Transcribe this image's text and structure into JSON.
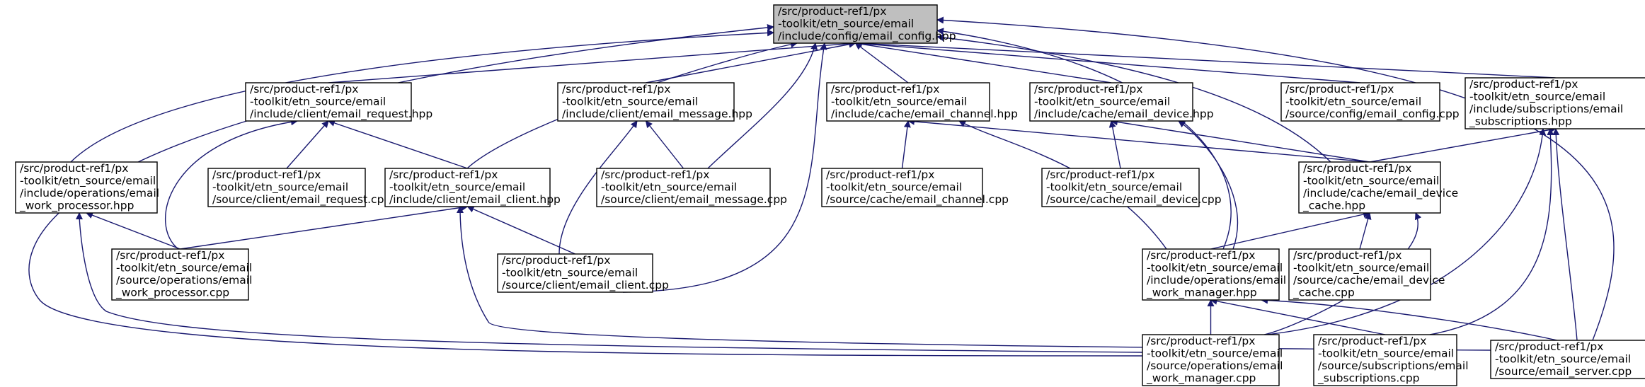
{
  "diagram": {
    "colors": {
      "node_fill": "#ffffff",
      "root_fill": "#bfbfbf",
      "border": "#000000",
      "edge": "#191970"
    },
    "nodes": [
      {
        "id": "cfg",
        "lines": [
          "/src/product-ref1/px",
          "-toolkit/etn_source/email",
          "/include/config/email_config.hpp"
        ],
        "root": true
      },
      {
        "id": "req",
        "lines": [
          "/src/product-ref1/px",
          "-toolkit/etn_source/email",
          "/include/client/email_request.hpp"
        ]
      },
      {
        "id": "msg",
        "lines": [
          "/src/product-ref1/px",
          "-toolkit/etn_source/email",
          "/include/client/email_message.hpp"
        ]
      },
      {
        "id": "chan",
        "lines": [
          "/src/product-ref1/px",
          "-toolkit/etn_source/email",
          "/include/cache/email_channel.hpp"
        ]
      },
      {
        "id": "dev",
        "lines": [
          "/src/product-ref1/px",
          "-toolkit/etn_source/email",
          "/include/cache/email_device.hpp"
        ]
      },
      {
        "id": "cfgcpp",
        "lines": [
          "/src/product-ref1/px",
          "-toolkit/etn_source/email",
          "/source/config/email_config.cpp"
        ]
      },
      {
        "id": "subs",
        "lines": [
          "/src/product-ref1/px",
          "-toolkit/etn_source/email",
          "/include/subscriptions/email",
          "_subscriptions.hpp"
        ]
      },
      {
        "id": "wproc",
        "lines": [
          "/src/product-ref1/px",
          "-toolkit/etn_source/email",
          "/include/operations/email",
          "_work_processor.hpp"
        ]
      },
      {
        "id": "reqcpp",
        "lines": [
          "/src/product-ref1/px",
          "-toolkit/etn_source/email",
          "/source/client/email_request.cpp"
        ]
      },
      {
        "id": "client",
        "lines": [
          "/src/product-ref1/px",
          "-toolkit/etn_source/email",
          "/include/client/email_client.hpp"
        ]
      },
      {
        "id": "msgcpp",
        "lines": [
          "/src/product-ref1/px",
          "-toolkit/etn_source/email",
          "/source/client/email_message.cpp"
        ]
      },
      {
        "id": "chancpp",
        "lines": [
          "/src/product-ref1/px",
          "-toolkit/etn_source/email",
          "/source/cache/email_channel.cpp"
        ]
      },
      {
        "id": "devcpp",
        "lines": [
          "/src/product-ref1/px",
          "-toolkit/etn_source/email",
          "/source/cache/email_device.cpp"
        ]
      },
      {
        "id": "devcache",
        "lines": [
          "/src/product-ref1/px",
          "-toolkit/etn_source/email",
          "/include/cache/email_device",
          "_cache.hpp"
        ]
      },
      {
        "id": "wproccpp",
        "lines": [
          "/src/product-ref1/px",
          "-toolkit/etn_source/email",
          "/source/operations/email",
          "_work_processor.cpp"
        ]
      },
      {
        "id": "clientcpp",
        "lines": [
          "/src/product-ref1/px",
          "-toolkit/etn_source/email",
          "/source/client/email_client.cpp"
        ]
      },
      {
        "id": "wmgr",
        "lines": [
          "/src/product-ref1/px",
          "-toolkit/etn_source/email",
          "/include/operations/email",
          "_work_manager.hpp"
        ]
      },
      {
        "id": "devcachecpp",
        "lines": [
          "/src/product-ref1/px",
          "-toolkit/etn_source/email",
          "/source/cache/email_device",
          "_cache.cpp"
        ]
      },
      {
        "id": "wmgrcpp",
        "lines": [
          "/src/product-ref1/px",
          "-toolkit/etn_source/email",
          "/source/operations/email",
          "_work_manager.cpp"
        ]
      },
      {
        "id": "subscpp",
        "lines": [
          "/src/product-ref1/px",
          "-toolkit/etn_source/email",
          "/source/subscriptions/email",
          "_subscriptions.cpp"
        ]
      },
      {
        "id": "server",
        "lines": [
          "/src/product-ref1/px",
          "-toolkit/etn_source/email",
          "/source/email_server.cpp"
        ]
      }
    ],
    "edges": [
      {
        "from": "req",
        "to": "cfg"
      },
      {
        "from": "msg",
        "to": "cfg"
      },
      {
        "from": "chan",
        "to": "cfg"
      },
      {
        "from": "dev",
        "to": "cfg"
      },
      {
        "from": "cfgcpp",
        "to": "cfg"
      },
      {
        "from": "subs",
        "to": "cfg"
      },
      {
        "from": "wproc",
        "to": "cfg"
      },
      {
        "from": "client",
        "to": "cfg"
      },
      {
        "from": "msgcpp",
        "to": "cfg"
      },
      {
        "from": "clientcpp",
        "to": "cfg"
      },
      {
        "from": "wmgrcpp",
        "to": "cfg"
      },
      {
        "from": "devcache",
        "to": "cfg"
      },
      {
        "from": "wmgr",
        "to": "cfg"
      },
      {
        "from": "server",
        "to": "cfg"
      },
      {
        "from": "reqcpp",
        "to": "req"
      },
      {
        "from": "client",
        "to": "req"
      },
      {
        "from": "wproccpp",
        "to": "req"
      },
      {
        "from": "msgcpp",
        "to": "msg"
      },
      {
        "from": "clientcpp",
        "to": "msg"
      },
      {
        "from": "chancpp",
        "to": "chan"
      },
      {
        "from": "devcache",
        "to": "chan"
      },
      {
        "from": "wmgr",
        "to": "chan"
      },
      {
        "from": "devcpp",
        "to": "dev"
      },
      {
        "from": "devcache",
        "to": "dev"
      },
      {
        "from": "wmgr",
        "to": "dev"
      },
      {
        "from": "devcache",
        "to": "subs"
      },
      {
        "from": "wmgrcpp",
        "to": "subs"
      },
      {
        "from": "subscpp",
        "to": "subs"
      },
      {
        "from": "server",
        "to": "subs"
      },
      {
        "from": "wproccpp",
        "to": "wproc"
      },
      {
        "from": "wmgrcpp",
        "to": "wproc"
      },
      {
        "from": "wproccpp",
        "to": "client"
      },
      {
        "from": "clientcpp",
        "to": "client"
      },
      {
        "from": "server",
        "to": "client"
      },
      {
        "from": "wmgr",
        "to": "devcache"
      },
      {
        "from": "devcachecpp",
        "to": "devcache"
      },
      {
        "from": "wmgrcpp",
        "to": "devcache"
      },
      {
        "from": "wmgrcpp",
        "to": "wmgr"
      },
      {
        "from": "subscpp",
        "to": "wmgr"
      },
      {
        "from": "server",
        "to": "wmgr"
      }
    ]
  }
}
